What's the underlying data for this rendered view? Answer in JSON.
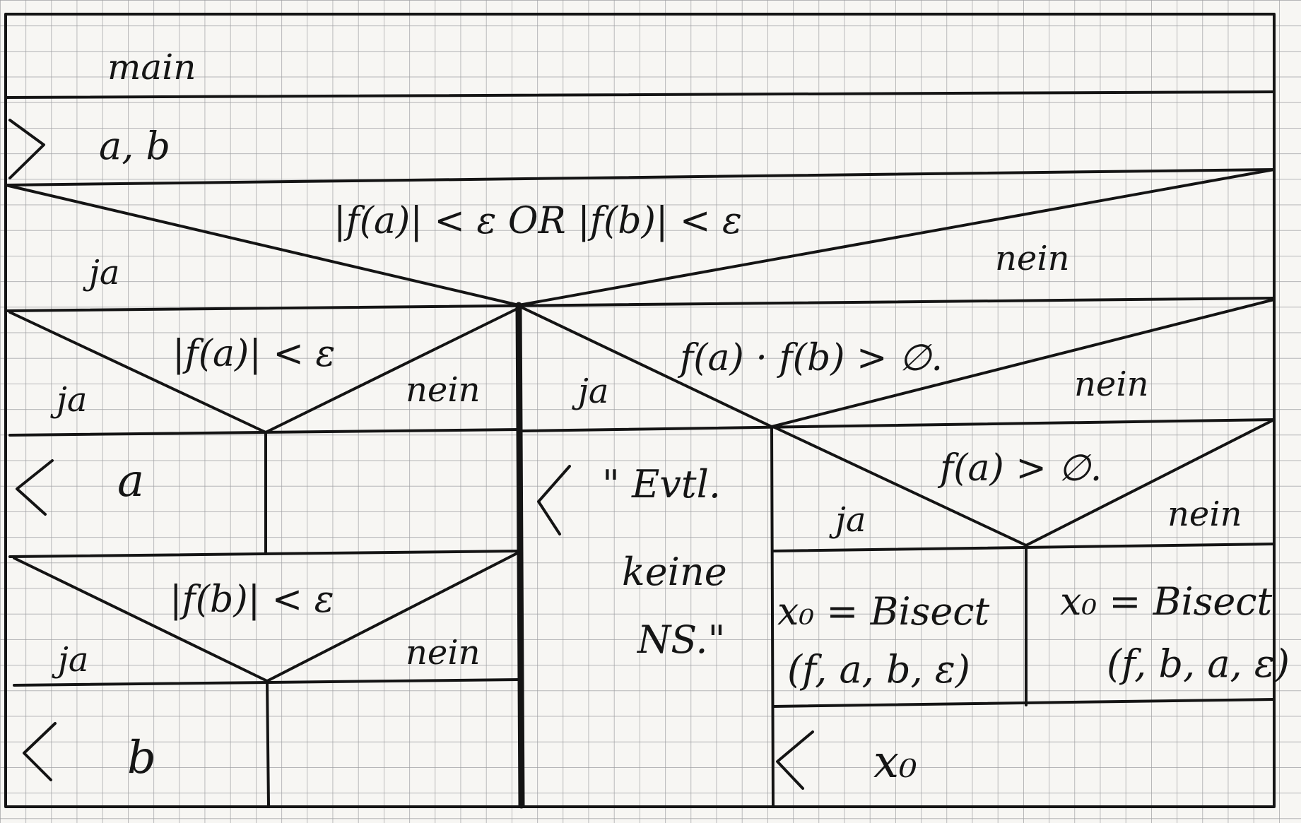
{
  "diagram": {
    "title": "main",
    "input": "a, b",
    "condition_outer": "|f(a)| < ε  OR  |f(b)| < ε",
    "yes_label": "ja",
    "no_label": "nein",
    "cond_fa": "|f(a)| < ε",
    "return_a": "a",
    "cond_fb": "|f(b)| < ε",
    "return_b": "b",
    "cond_product": "f(a) · f(b) > ∅.",
    "message_lines": [
      "\" Evtl.",
      "keine",
      "NS.\""
    ],
    "cond_fa_pos": "f(a) > ∅.",
    "assign_left_lines": [
      "x₀ = Bisect",
      "(f, a, b, ε)"
    ],
    "assign_right_lines": [
      "x₀ = Bisect",
      "(f, b, a, ε)"
    ],
    "return_x0": "x₀"
  }
}
